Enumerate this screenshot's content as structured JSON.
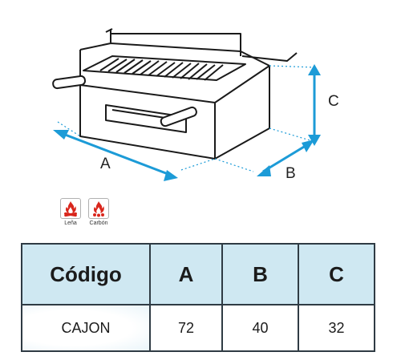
{
  "dimensions": {
    "a": "A",
    "b": "B",
    "c": "C"
  },
  "fuels": [
    {
      "label": "Leña",
      "icon": "firewood-icon"
    },
    {
      "label": "Carbón",
      "icon": "charcoal-icon"
    }
  ],
  "table": {
    "headers": [
      "Código",
      "A",
      "B",
      "C"
    ],
    "rows": [
      [
        "CAJON",
        "72",
        "40",
        "32"
      ]
    ]
  },
  "colors": {
    "arrow": "#1c9bd7",
    "header_bg": "#cfe8f2",
    "fire": "#d9261c"
  }
}
